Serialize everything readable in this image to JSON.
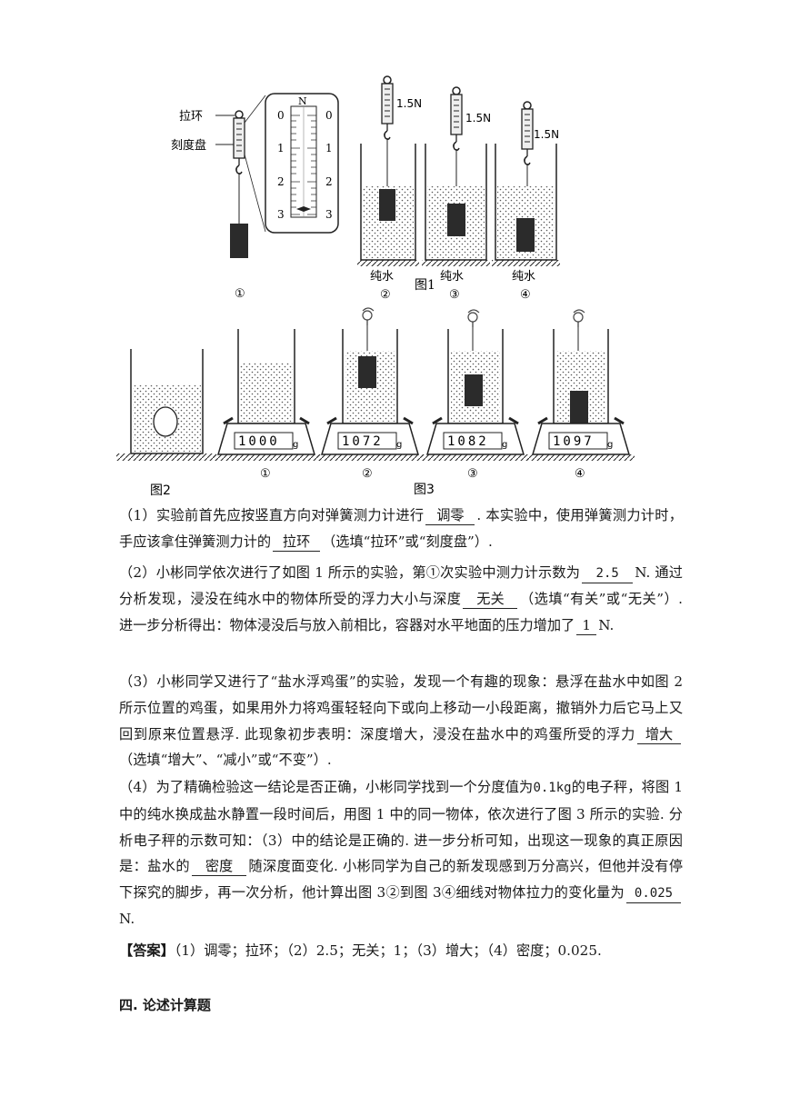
{
  "figure1": {
    "label_ring": "拉环",
    "label_dial": "刻度盘",
    "unit_n": "N",
    "scale_left": [
      "0",
      "1",
      "2",
      "3"
    ],
    "scale_right": [
      "0",
      "1",
      "2",
      "3"
    ],
    "force_2": "1.5N",
    "force_3": "1.5N",
    "force_4": "1.5N",
    "liquid_2": "纯水",
    "liquid_3": "纯水",
    "liquid_4": "纯水",
    "caption": "图1",
    "num_1": "①",
    "num_2": "②",
    "num_3": "③",
    "num_4": "④"
  },
  "figure2": {
    "caption": "图2"
  },
  "figure3": {
    "caption": "图3",
    "scale_1": "1000",
    "scale_2": "1072",
    "scale_3": "1082",
    "scale_4": "1097",
    "unit_g": "g",
    "num_1": "①",
    "num_2": "②",
    "num_3": "③",
    "num_4": "④"
  },
  "q1": {
    "a": "（1）实验前首先应按竖直方向对弹簧测力计进行",
    "blank1": "调零",
    "b": ". 本实验中，使用弹簧测力计时，手应该拿住弹簧测力计的",
    "blank2": "拉环",
    "c": "（选填“拉环”或“刻度盘”）."
  },
  "q2": {
    "a": "（2）小彬同学依次进行了如图 1 所示的实验，第①次实验中测力计示数为",
    "blank1": "2.5",
    "b": "N. 通过分析发现，浸没在纯水中的物体所受的浮力大小与深度",
    "blank2": "无关",
    "c": "（选填“有关”或“无关”）. 进一步分析得出：物体浸没后与放入前相比，容器对水平地面的压力增加了",
    "blank3": "1",
    "d": "N."
  },
  "q3": {
    "a": "（3）小彬同学又进行了“盐水浮鸡蛋”的实验，发现一个有趣的现象：悬浮在盐水中如图 2 所示位置的鸡蛋，如果用外力将鸡蛋轻轻向下或向上移动一小段距离，撤销外力后它马上又回到原来位置悬浮. 此现象初步表明：深度增大，浸没在盐水中的鸡蛋所受的浮力",
    "blank1": "增大",
    "b": "（选填“增大”、“减小”或“不变”）."
  },
  "q4": {
    "a": "（4）为了精确检验这一结论是否正确，小彬同学找到一个分度值为",
    "unit_val": "0.1kg",
    "b": "的电子秤，将图 1 中的纯水换成盐水静置一段时间后，用图 1 中的同一物体，依次进行了图 3 所示的实验. 分析电子秤的示数可知：（3）中的结论是正确的. 进一步分析可知，出现这一现象的真正原因是：盐水的",
    "blank1": "密度",
    "c": "随深度面变化. 小彬同学为自己的新发现感到万分高兴，但他并没有停下探究的脚步，再一次分析，他计算出图 3②到图 3④细线对物体拉力的变化量为",
    "blank2": "0.025",
    "d": "N."
  },
  "answer": {
    "key": "【答案】",
    "text": "（1）调零；拉环；（2）2.5；无关；1；（3）增大；（4）密度；0.025."
  },
  "section_title": "四. 论述计算题"
}
